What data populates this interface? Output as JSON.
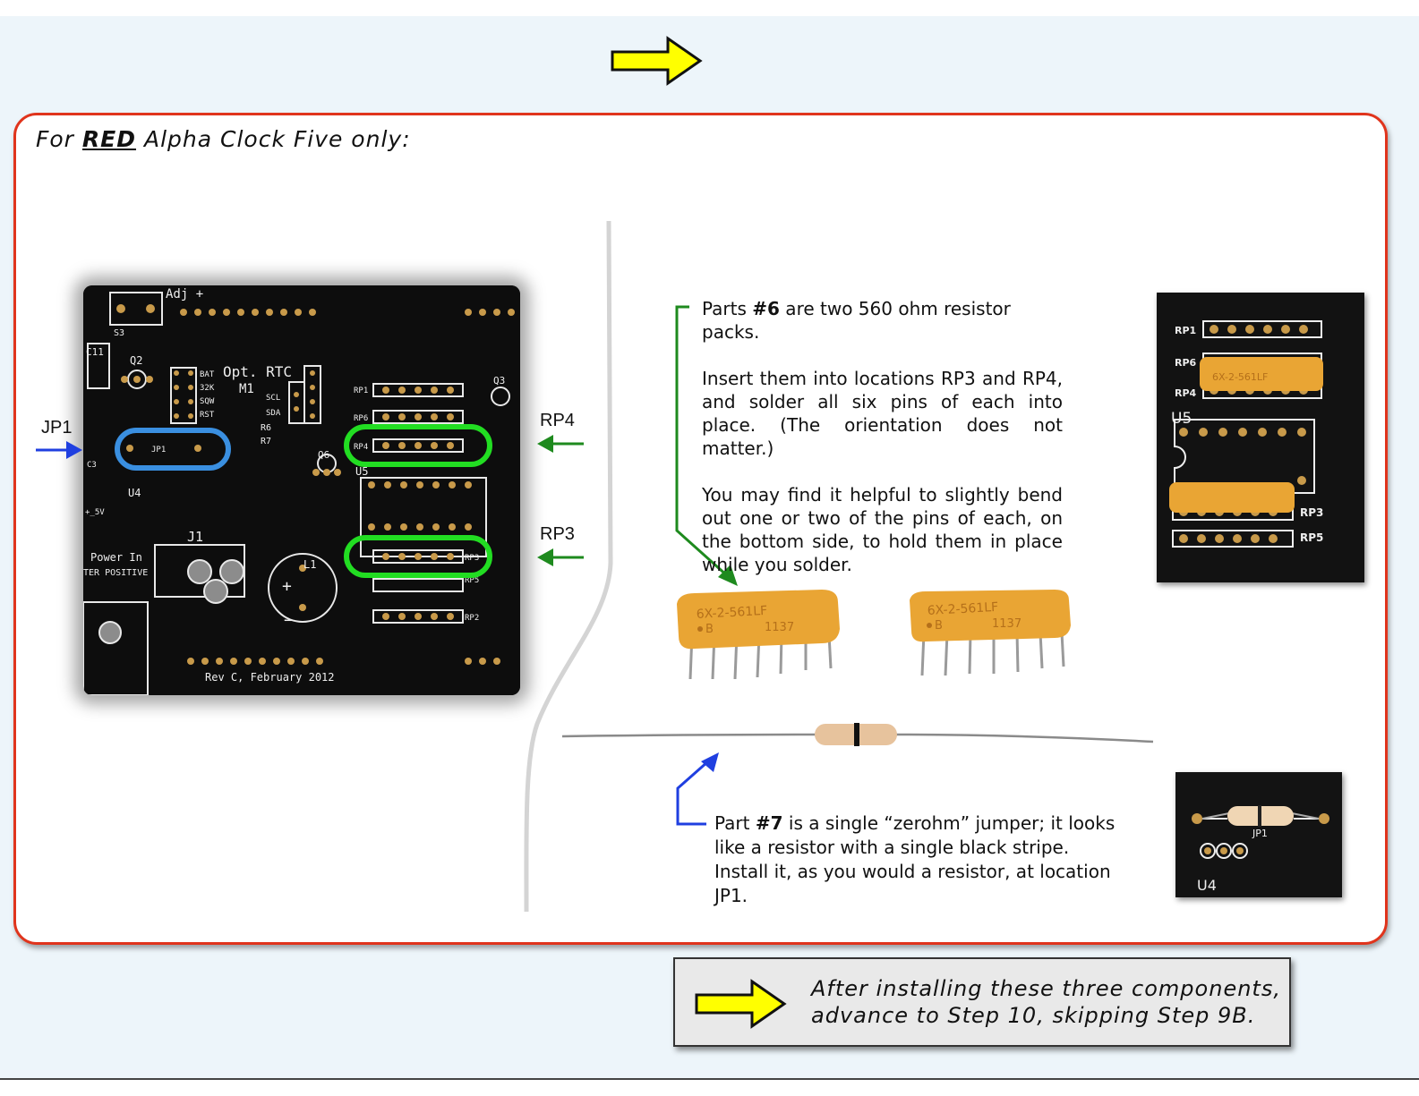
{
  "heading": {
    "prefix": "For",
    "emphasis": "RED",
    "suffix": "Alpha Clock Five only:"
  },
  "pcb": {
    "silkscreen": {
      "adj_plus": "Adj +",
      "s3": "S3",
      "c11": "C11",
      "q2": "Q2",
      "bat": "BAT",
      "k32": "32K",
      "sqw": "SQW",
      "rst": "RST",
      "opt_rtc": "Opt. RTC",
      "m1": "M1",
      "scl": "SCL",
      "sda": "SDA",
      "r6": "R6",
      "r7": "R7",
      "rp1": "RP1",
      "rp6": "RP6",
      "rp4": "RP4",
      "q3": "Q3",
      "q6": "Q6",
      "u5": "U5",
      "c3": "C3",
      "jp1": "JP1",
      "u4": "U4",
      "v5": "+_5V",
      "j1": "J1",
      "power_in": "Power In",
      "center_positive": "TER POSITIVE",
      "l1": "L1",
      "rp3": "RP3",
      "rp5": "RP5",
      "rp2": "RP2",
      "rev": "Rev C, February 2012",
      "plus": "+",
      "minus": "−"
    }
  },
  "callouts": {
    "jp1": "JP1",
    "rp4": "RP4",
    "rp3": "RP3"
  },
  "instructions": {
    "p1_pre": "Parts ",
    "p1_bold": "#6",
    "p1_post": " are two 560 ohm resistor packs.",
    "p2": "Insert them into locations RP3 and RP4, and solder all six pins of each into place. (The orientation does not matter.)",
    "p3": "You may find it helpful to slightly bend out one or two of the pins of each, on the bottom side, to hold them in place while you solder."
  },
  "resistor_pack": {
    "marking_line1": "6X-2-561LF",
    "marking_line2": "B",
    "marking_line3": "1137"
  },
  "jumper": {
    "pre": "Part ",
    "bold": "#7",
    "line1_post": " is a single “zerohm” jumper; it looks",
    "line2": "like a resistor with a single black stripe.",
    "line3": "Install it, as you would a resistor, at location JP1."
  },
  "inset_top": {
    "rp1": "RP1",
    "rp6": "RP6",
    "rp4": "RP4",
    "u5": "U5",
    "rp3": "RP3",
    "rp5": "RP5",
    "marking": "6X-2-561LF"
  },
  "inset_bottom": {
    "u4": "U4",
    "jp1": "JP1"
  },
  "note": {
    "line1": "After installing these three components,",
    "line2": "advance to Step 10, skipping Step 9B."
  },
  "colors": {
    "panel_border": "#e0341c",
    "arrow_yellow": "#ffff00",
    "highlight_green": "#22dd22",
    "highlight_blue": "#3a8fe0",
    "arrow_green": "#1e8a1e",
    "arrow_blue": "#1f3fe0",
    "resistor_orange": "#e9a534"
  }
}
